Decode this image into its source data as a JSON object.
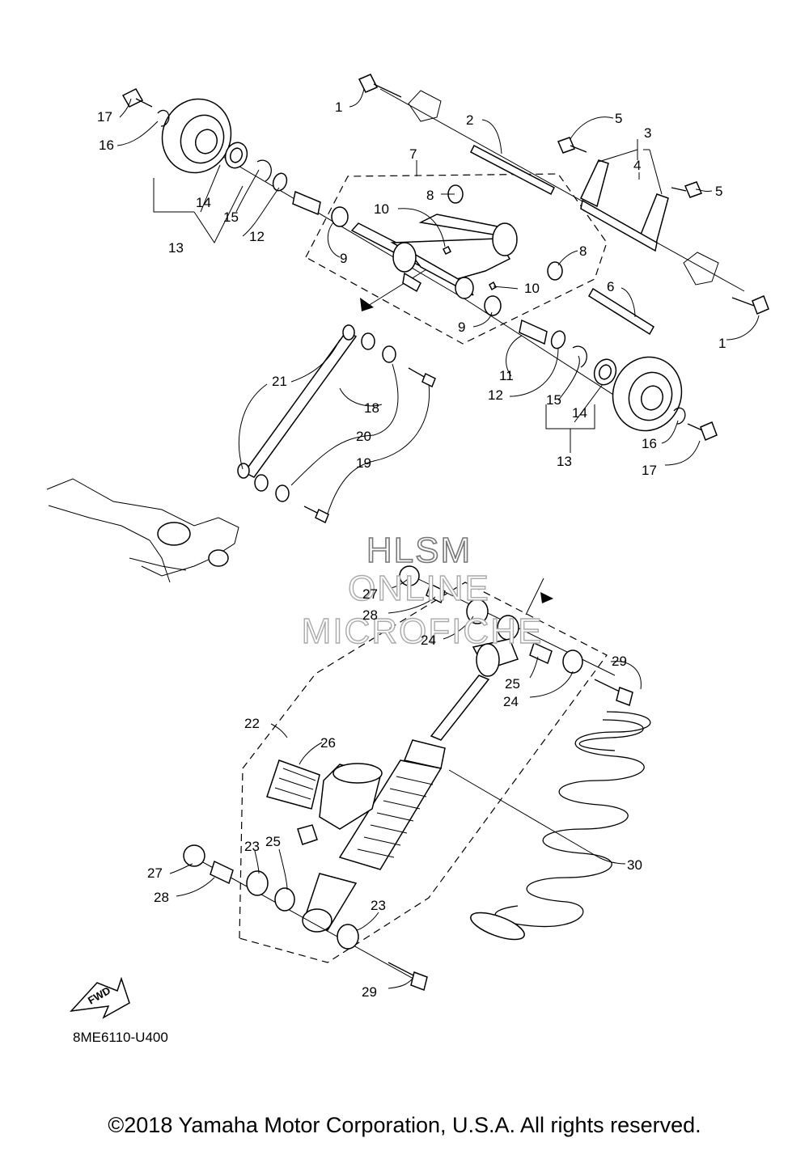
{
  "diagram": {
    "code": "8ME6110-U400",
    "fwd_label": "FWD",
    "watermark": [
      "HLSM",
      "ONLINE",
      "MICROFICHE"
    ],
    "copyright": "©2018 Yamaha Motor Corporation, U.S.A. All rights reserved.",
    "callouts": [
      {
        "id": "c1a",
        "text": "1"
      },
      {
        "id": "c1b",
        "text": "1"
      },
      {
        "id": "c2",
        "text": "2"
      },
      {
        "id": "c3",
        "text": "3"
      },
      {
        "id": "c4",
        "text": "4"
      },
      {
        "id": "c5a",
        "text": "5"
      },
      {
        "id": "c5b",
        "text": "5"
      },
      {
        "id": "c6",
        "text": "6"
      },
      {
        "id": "c7",
        "text": "7"
      },
      {
        "id": "c8a",
        "text": "8"
      },
      {
        "id": "c8b",
        "text": "8"
      },
      {
        "id": "c9a",
        "text": "9"
      },
      {
        "id": "c9b",
        "text": "9"
      },
      {
        "id": "c10a",
        "text": "10"
      },
      {
        "id": "c10b",
        "text": "10"
      },
      {
        "id": "c11",
        "text": "11"
      },
      {
        "id": "c12a",
        "text": "12"
      },
      {
        "id": "c12b",
        "text": "12"
      },
      {
        "id": "c13a",
        "text": "13"
      },
      {
        "id": "c13b",
        "text": "13"
      },
      {
        "id": "c14a",
        "text": "14"
      },
      {
        "id": "c14b",
        "text": "14"
      },
      {
        "id": "c15a",
        "text": "15"
      },
      {
        "id": "c15b",
        "text": "15"
      },
      {
        "id": "c16a",
        "text": "16"
      },
      {
        "id": "c16b",
        "text": "16"
      },
      {
        "id": "c17a",
        "text": "17"
      },
      {
        "id": "c17b",
        "text": "17"
      },
      {
        "id": "c18",
        "text": "18"
      },
      {
        "id": "c19",
        "text": "19"
      },
      {
        "id": "c20",
        "text": "20"
      },
      {
        "id": "c21",
        "text": "21"
      },
      {
        "id": "c22",
        "text": "22"
      },
      {
        "id": "c23a",
        "text": "23"
      },
      {
        "id": "c23b",
        "text": "23"
      },
      {
        "id": "c24a",
        "text": "24"
      },
      {
        "id": "c24b",
        "text": "24"
      },
      {
        "id": "c25a",
        "text": "25"
      },
      {
        "id": "c25b",
        "text": "25"
      },
      {
        "id": "c26",
        "text": "26"
      },
      {
        "id": "c27a",
        "text": "27"
      },
      {
        "id": "c27b",
        "text": "27"
      },
      {
        "id": "c28a",
        "text": "28"
      },
      {
        "id": "c28b",
        "text": "28"
      },
      {
        "id": "c29a",
        "text": "29"
      },
      {
        "id": "c29b",
        "text": "29"
      },
      {
        "id": "c30",
        "text": "30"
      }
    ]
  }
}
